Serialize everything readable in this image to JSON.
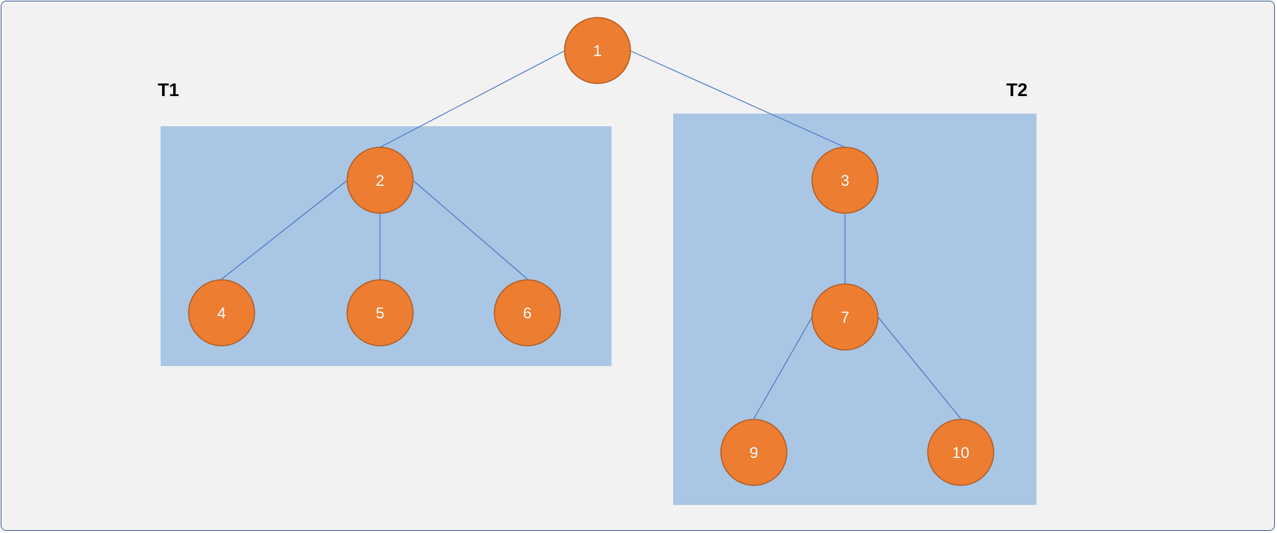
{
  "diagram": {
    "colors": {
      "background": "#f2f2f2",
      "border": "#2f528f",
      "region_fill": "#a9c6e4",
      "node_fill": "#ed7d31",
      "node_stroke": "#ae5a21",
      "edge": "#4472c4",
      "node_text": "#ffffff"
    },
    "regions": [
      {
        "label": "T1"
      },
      {
        "label": "T2"
      }
    ],
    "nodes": [
      {
        "label": "1"
      },
      {
        "label": "2"
      },
      {
        "label": "3"
      },
      {
        "label": "4"
      },
      {
        "label": "5"
      },
      {
        "label": "6"
      },
      {
        "label": "7"
      },
      {
        "label": "9"
      },
      {
        "label": "10"
      }
    ]
  }
}
